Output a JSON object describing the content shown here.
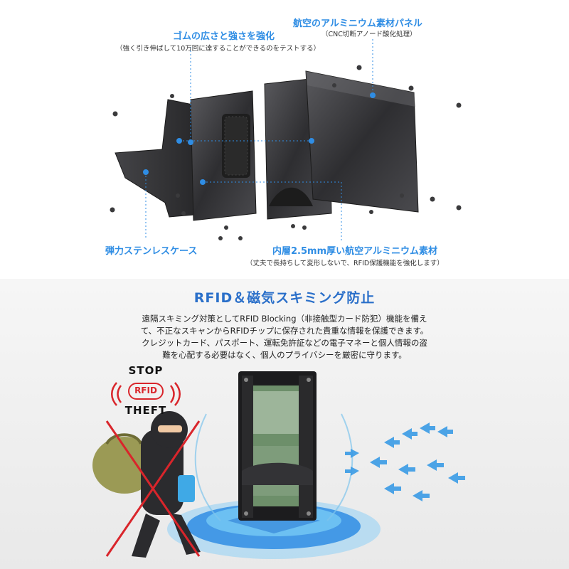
{
  "top": {
    "label_rubber": "ゴムの広さと強さを強化",
    "note_rubber": "（強く引き伸ばして10万回に達することができるのをテストする）",
    "label_panel": "航空のアルミニウム素材パネル",
    "note_panel": "（CNC切断アノード酸化処理）",
    "label_case": "弾力ステンレスケース",
    "label_inner": "内層2.5mm厚い航空アルミニウム素材",
    "note_inner": "（丈夫で長持ちして変形しないで、RFID保護機能を強化します）"
  },
  "bottom": {
    "title": "RFID＆磁気スキミング防止",
    "desc_lines": [
      "遠隔スキミング対策としてRFID Blocking（非接触型カード防犯）機能を備え",
      "て、不正なスキャンからRFIDチップに保存された貴重な情報を保護できます。",
      "クレジットカード、パスポート、運転免許証などの電子マネーと個人情報の盗",
      "難を心配する必要はなく、個人のプライバシーを厳密に守ります。"
    ],
    "stop": "STOP",
    "rfid": "RFID",
    "theft": "THEFT"
  },
  "colors": {
    "accent": "#2f8de4",
    "title": "#2a6fc9",
    "warning": "#d9252b",
    "metal": "#3a3a3c"
  }
}
